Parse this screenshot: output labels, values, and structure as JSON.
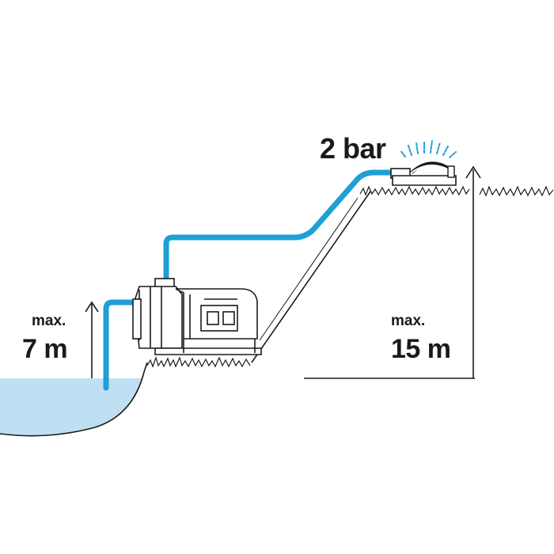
{
  "labels": {
    "pressure": "2 bar",
    "suction_max": "max.",
    "suction_height": "7 m",
    "delivery_max": "max.",
    "delivery_height": "15 m"
  },
  "colors": {
    "hose": "#1e9fd6",
    "water": "#bfe0f2",
    "lines": "#1a1a1a",
    "pump_body": "#ffffff"
  },
  "icons": [
    "garden-pump-icon",
    "lawn-sprinkler-icon",
    "grass-tufts-icon",
    "up-arrow-icon"
  ]
}
